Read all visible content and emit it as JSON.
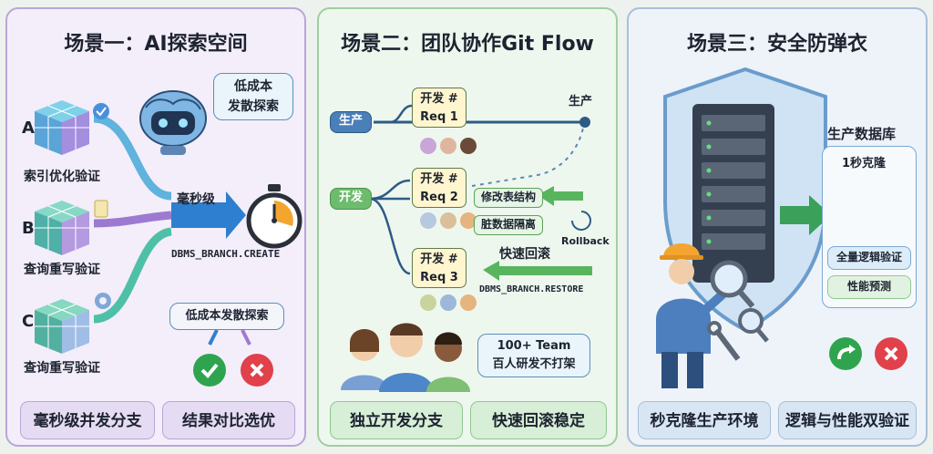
{
  "panel1": {
    "title": "场景一：AI探索空间",
    "bubble": "低成本\n发散探索",
    "items": [
      {
        "letter": "A",
        "label": "索引优化验证"
      },
      {
        "letter": "B",
        "label": "查询重写验证"
      },
      {
        "letter": "C",
        "label": "查询重写验证"
      }
    ],
    "speed": "毫秒级",
    "command": "DBMS_BRANCH.CREATE",
    "explore_box": "低成本发散探索",
    "bottom": [
      "毫秒级并发分支",
      "结果对比选优"
    ]
  },
  "panel2": {
    "title": "场景二：团队协作Git Flow",
    "prod": "生产",
    "dev": "开发",
    "prod_end": "生产",
    "reqs": [
      {
        "line1": "开发 #",
        "line2": "Req 1"
      },
      {
        "line1": "开发 #",
        "line2": "Req 2"
      },
      {
        "line1": "开发 #",
        "line2": "Req 3"
      }
    ],
    "labels": {
      "modify": "修改表结构",
      "dirty": "脏数据隔离",
      "rollback": "Rollback",
      "quick": "快速回滚",
      "restore": "DBMS_BRANCH.RESTORE"
    },
    "team": "100+ Team\n百人研发不打架",
    "bottom": [
      "独立开发分支",
      "快速回滚稳定"
    ]
  },
  "panel3": {
    "title": "场景三：安全防弹衣",
    "db_title": "生产数据库",
    "clone": "1秒克隆",
    "checks": [
      "全量逻辑验证",
      "性能预测"
    ],
    "bottom": [
      "秒克隆生产环境",
      "逻辑与性能双验证"
    ]
  },
  "colors": {
    "green": "#2fa44f",
    "red": "#e0414b",
    "blue_arrow": "#2f7fd0",
    "purple": "#8f6ac6"
  }
}
